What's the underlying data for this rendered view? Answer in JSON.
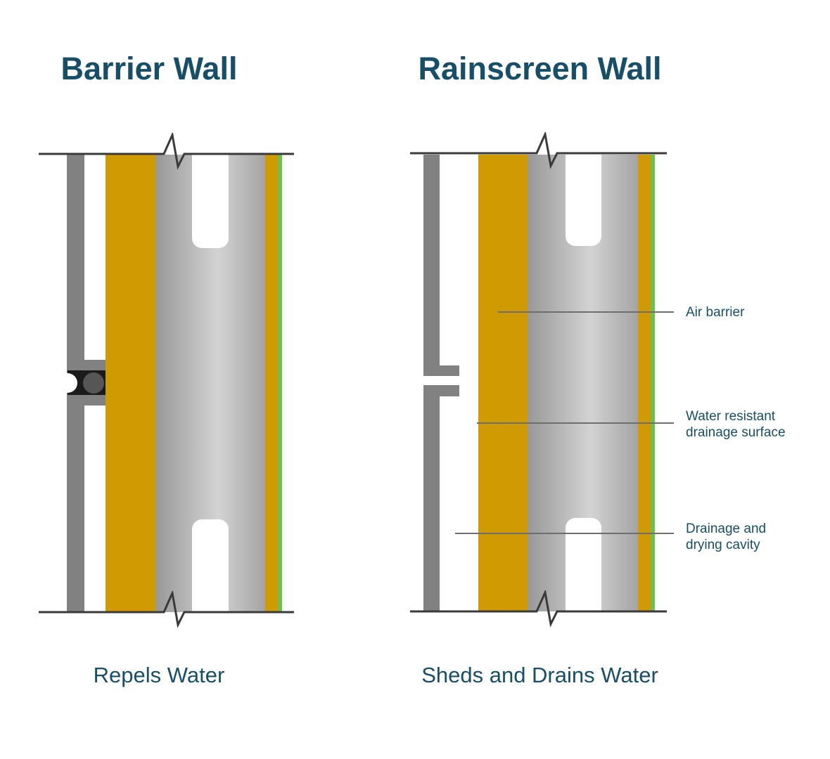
{
  "colors": {
    "title_teal": "#174e68",
    "gold": "#d09a03",
    "green": "#6ec150",
    "stud_gray": "#818181",
    "panel_gray_dark": "#989898",
    "panel_gray_light": "#d3d3d3",
    "break_line": "#3a3a3a",
    "leader_gray": "#6e6e6e",
    "gasket_black": "#1b1b1b",
    "fastener_gray": "#565656"
  },
  "barrier_wall": {
    "title": "Barrier Wall",
    "caption": "Repels Water"
  },
  "rainscreen_wall": {
    "title": "Rainscreen Wall",
    "caption": "Sheds and Drains Water",
    "labels": [
      "Air barrier",
      "Water resistant drainage surface",
      "Drainage and drying cavity"
    ]
  }
}
